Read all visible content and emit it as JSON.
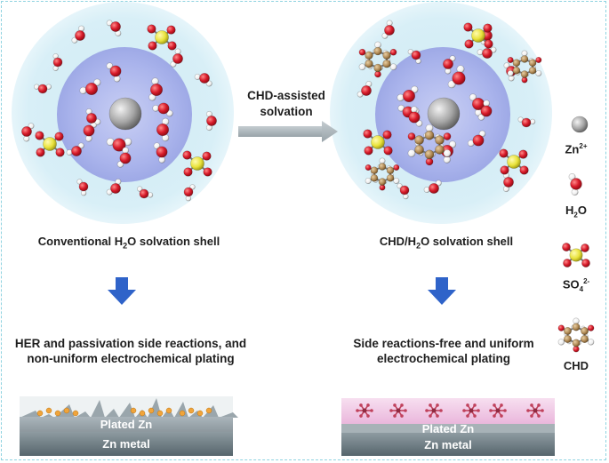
{
  "center_label": {
    "line1": "CHD-assisted",
    "line2": "solvation"
  },
  "left": {
    "caption_pre": "Conventional H",
    "caption_sub": "2",
    "caption_post": "O solvation shell",
    "outcome_line1": "HER and passivation side reactions, and",
    "outcome_line2": "non-uniform electrochemical plating",
    "strip_top": "Plated Zn",
    "strip_bottom": "Zn metal"
  },
  "right": {
    "caption_pre": "CHD/H",
    "caption_sub": "2",
    "caption_post": "O solvation shell",
    "outcome_line1": "Side reactions-free and uniform",
    "outcome_line2": "electrochemical plating",
    "strip_top": "Plated Zn",
    "strip_bottom": "Zn metal"
  },
  "legend": {
    "zn_base": "Zn",
    "zn_sup": "2+",
    "h2o_pre": "H",
    "h2o_sub": "2",
    "h2o_post": "O",
    "so4_base": "SO",
    "so4_sub": "4",
    "so4_sup": "2-",
    "chd": "CHD"
  },
  "colors": {
    "shell_outer": "#dff3f8",
    "shell_inner": "#a9b4ec",
    "zn_ion": "#a6a6a6",
    "oxygen": "#d81b2a",
    "hydrogen": "#f4f4f4",
    "sulfur": "#e8e23a",
    "carbon": "#b08a56",
    "arrow_blue": "#2f63c9",
    "arrow_gray": "#a9b3b9",
    "zn_metal": "#6f7f86",
    "plated_pink": "#f2c7e6"
  }
}
